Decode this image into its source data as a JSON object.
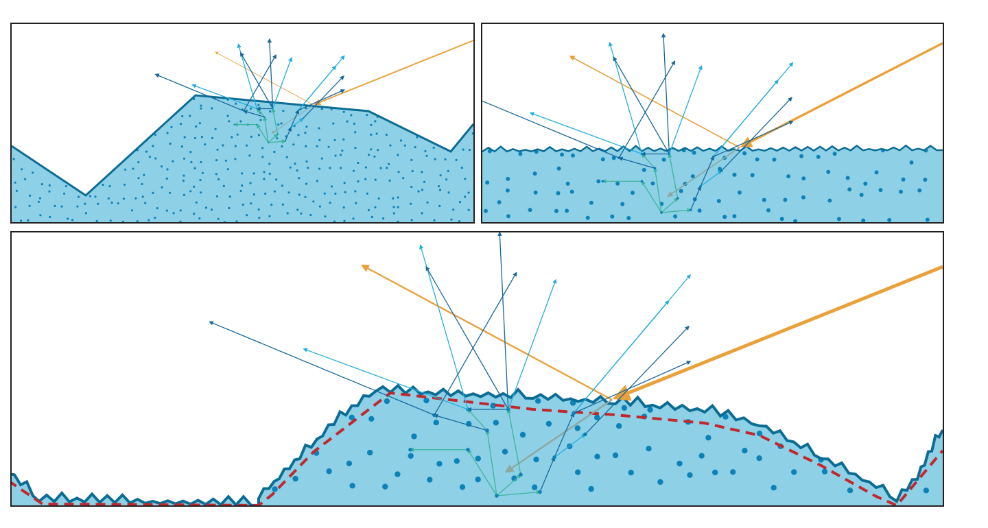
{
  "colors": {
    "material_fill": "#8ed0e6",
    "surface_outline": "#0b6c94",
    "scatter_dot": "#0d82b8",
    "incident_light": "#e9a13b",
    "specular_reflection": "#e9a13b",
    "diffuse_ray_dark": "#16679c",
    "diffuse_ray_light": "#20aede",
    "subsurface_ray": "#3bb59b",
    "refracted_ray": "#8ea7a0",
    "microfacet_average_line": "#c1272d",
    "panel_border": "#231f20"
  },
  "panels": [
    {
      "id": "macro-surface-view",
      "surface": "smooth-polygonal"
    },
    {
      "id": "flat-rough-surface-view",
      "surface": "jagged-microfacets"
    },
    {
      "id": "zoomed-rough-surface-view",
      "surface": "jagged-microfacets-with-average-dashed-line"
    }
  ]
}
